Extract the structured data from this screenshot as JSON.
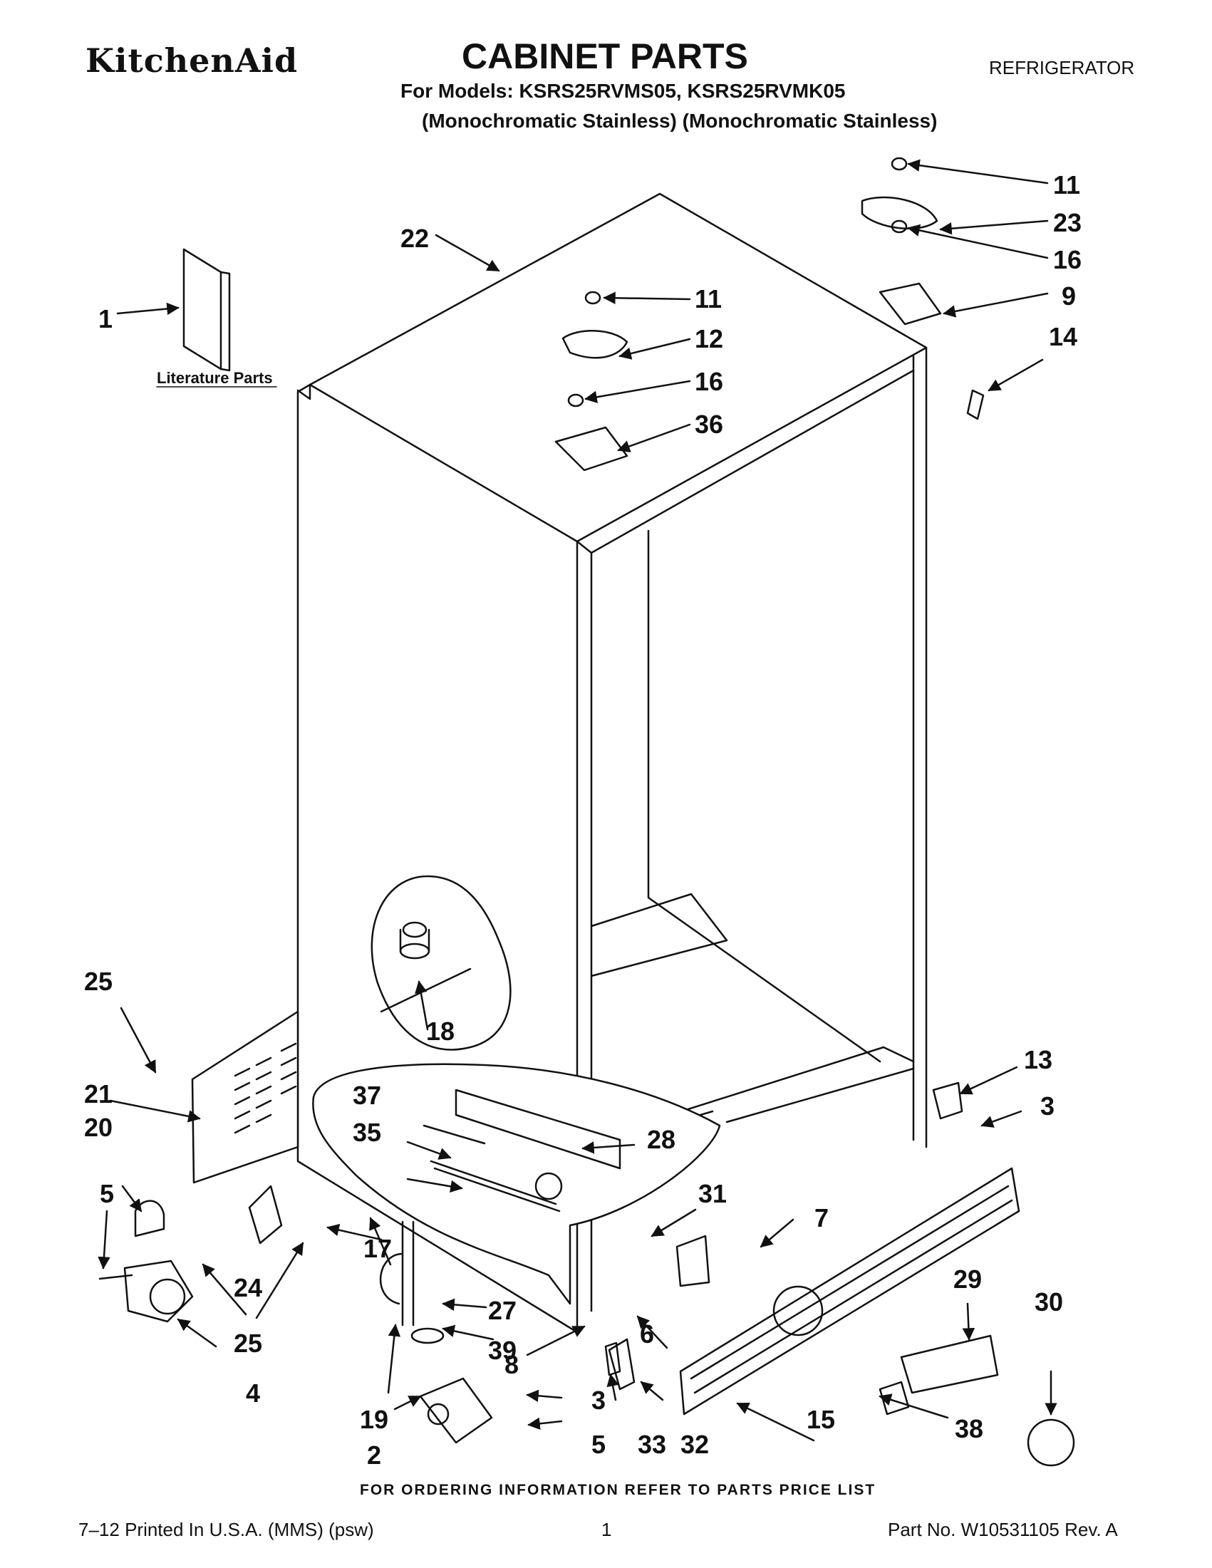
{
  "header": {
    "brand": "KitchenAid",
    "title": "CABINET PARTS",
    "category": "REFRIGERATOR",
    "models_line": "For Models: KSRS25RVMS05, KSRS25RVMK05",
    "variants_line": "(Monochromatic Stainless) (Monochromatic Stainless)"
  },
  "diagram": {
    "literature_label": "Literature Parts",
    "labels": {
      "p1": "1",
      "p2": "2",
      "p3a": "3",
      "p3b": "3",
      "p4": "4",
      "p5a": "5",
      "p5b": "5",
      "p6": "6",
      "p7": "7",
      "p8": "8",
      "p9": "9",
      "p11a": "11",
      "p11b": "11",
      "p12": "12",
      "p13": "13",
      "p14": "14",
      "p15": "15",
      "p16a": "16",
      "p16b": "16",
      "p17": "17",
      "p18": "18",
      "p19": "19",
      "p20": "20",
      "p21": "21",
      "p22": "22",
      "p23": "23",
      "p24": "24",
      "p25a": "25",
      "p25b": "25",
      "p27": "27",
      "p28": "28",
      "p29": "29",
      "p30": "30",
      "p31": "31",
      "p32": "32",
      "p33": "33",
      "p35": "35",
      "p36": "36",
      "p37": "37",
      "p38": "38",
      "p39": "39"
    }
  },
  "footer": {
    "ordering": "FOR ORDERING INFORMATION REFER TO PARTS PRICE LIST",
    "printed": "7–12 Printed In U.S.A. (MMS) (psw)",
    "page": "1",
    "part_no": "Part No. W10531105 Rev. A"
  }
}
